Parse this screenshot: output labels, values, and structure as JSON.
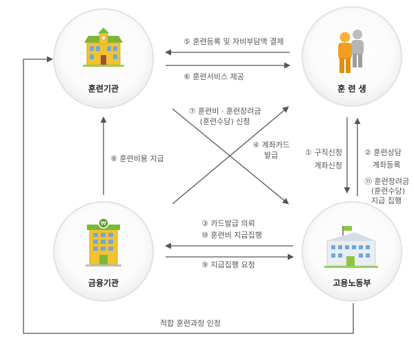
{
  "nodes": {
    "training_institution": "훈련기관",
    "trainee": "훈 련 생",
    "financial_institution": "금융기관",
    "ministry_of_labor": "고용노동부"
  },
  "steps": {
    "s5": "⑤ 훈련등록 및 자비부담액 결제",
    "s6": "⑥ 훈련서비스 제공",
    "s7_line1": "⑦ 훈련비 · 훈련장려금",
    "s7_line2": "(훈련수당) 신청",
    "s4_line1": "④ 계좌카드",
    "s4_line2": "발급",
    "s8": "⑧ 훈련비용 지급",
    "s1_line1": "① 구직신청",
    "s1_line2": "계좌신청",
    "s2_line1": "② 훈련상담",
    "s2_line2": "계좌등록",
    "s11_line1": "⑪ 훈련장려금",
    "s11_line2": "(훈련수당)",
    "s11_line3": "지급 집행",
    "s3": "③ 카드발급 의뢰",
    "s10": "⑩ 훈련비 지급집행",
    "s9": "⑨ 지급집행 요청",
    "bottom": "적합 훈련과정 인정"
  },
  "colors": {
    "arrow": "#555555",
    "circle_border": "#e4e4e4",
    "building_yellow": "#f2c230",
    "building_green": "#7ab83a",
    "trainee_orange": "#f0a020",
    "trainee_gray": "#b5b5b5",
    "ministry_green": "#8cc63f"
  },
  "icons": {
    "training_institution": "school-building-icon",
    "trainee": "people-icon",
    "financial_institution": "bank-building-icon",
    "ministry_of_labor": "government-building-icon"
  }
}
